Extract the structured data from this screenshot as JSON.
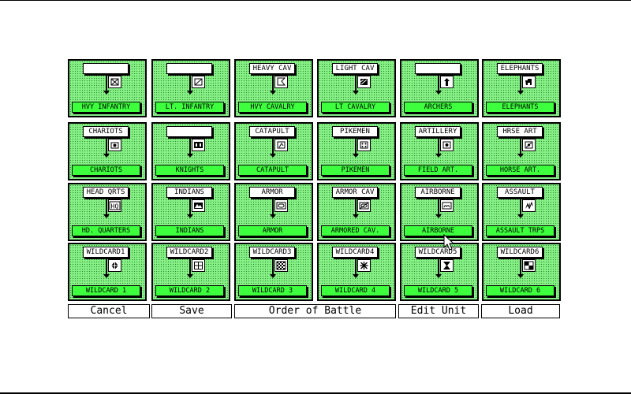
{
  "units": [
    {
      "label": "",
      "name": "HVY INFANTRY",
      "icon": "heavy-infantry-icon"
    },
    {
      "label": "",
      "name": "LT. INFANTRY",
      "icon": "light-infantry-icon"
    },
    {
      "label": "HEAVY CAV",
      "name": "HVY CAVALRY",
      "icon": "heavy-cavalry-icon"
    },
    {
      "label": "LIGHT CAV",
      "name": "LT CAVALRY",
      "icon": "light-cavalry-icon"
    },
    {
      "label": "",
      "name": "ARCHERS",
      "icon": "archers-icon"
    },
    {
      "label": "ELEPHANTS",
      "name": "ELEPHANTS",
      "icon": "elephants-icon"
    },
    {
      "label": "CHARIOTS",
      "name": "CHARIOTS",
      "icon": "chariots-icon"
    },
    {
      "label": "",
      "name": "KNIGHTS",
      "icon": "knights-icon"
    },
    {
      "label": "CATAPULT",
      "name": "CATAPULT",
      "icon": "catapult-icon"
    },
    {
      "label": "PIKEMEN",
      "name": "PIKEMEN",
      "icon": "pikemen-icon"
    },
    {
      "label": "ARTILLERY",
      "name": "FIELD ART.",
      "icon": "artillery-icon"
    },
    {
      "label": "HRSE ART",
      "name": "HORSE ART.",
      "icon": "horse-artillery-icon"
    },
    {
      "label": "HEAD QRTS",
      "name": "HD. QUARTERS",
      "icon": "hq-icon"
    },
    {
      "label": "INDIANS",
      "name": "INDIANS",
      "icon": "indians-icon"
    },
    {
      "label": "ARMOR",
      "name": "ARMOR",
      "icon": "armor-icon"
    },
    {
      "label": "ARMOR CAV",
      "name": "ARMORED CAV.",
      "icon": "armored-cav-icon"
    },
    {
      "label": "AIRBORNE",
      "name": "AIRBORNE",
      "icon": "airborne-icon"
    },
    {
      "label": "ASSAULT",
      "name": "ASSAULT TRPS",
      "icon": "assault-icon"
    },
    {
      "label": "WILDCARD1",
      "name": "WILDCARD 1",
      "icon": "wildcard-diamond-icon"
    },
    {
      "label": "WILDCARD2",
      "name": "WILDCARD 2",
      "icon": "wildcard-cross-icon"
    },
    {
      "label": "WILDCARD3",
      "name": "WILDCARD 3",
      "icon": "wildcard-checker-icon"
    },
    {
      "label": "WILDCARD4",
      "name": "WILDCARD 4",
      "icon": "wildcard-star-icon"
    },
    {
      "label": "WILDCARD5",
      "name": "WILDCARD 5",
      "icon": "wildcard-hourglass-icon"
    },
    {
      "label": "WILDCARD6",
      "name": "WILDCARD 6",
      "icon": "wildcard-quarters-icon"
    }
  ],
  "buttons": {
    "cancel": "Cancel",
    "save": "Save",
    "order_of_battle": "Order of Battle",
    "edit_unit": "Edit Unit",
    "load": "Load"
  },
  "colors": {
    "cell_bg": "#86f086",
    "name_bar": "#3dff3d"
  }
}
